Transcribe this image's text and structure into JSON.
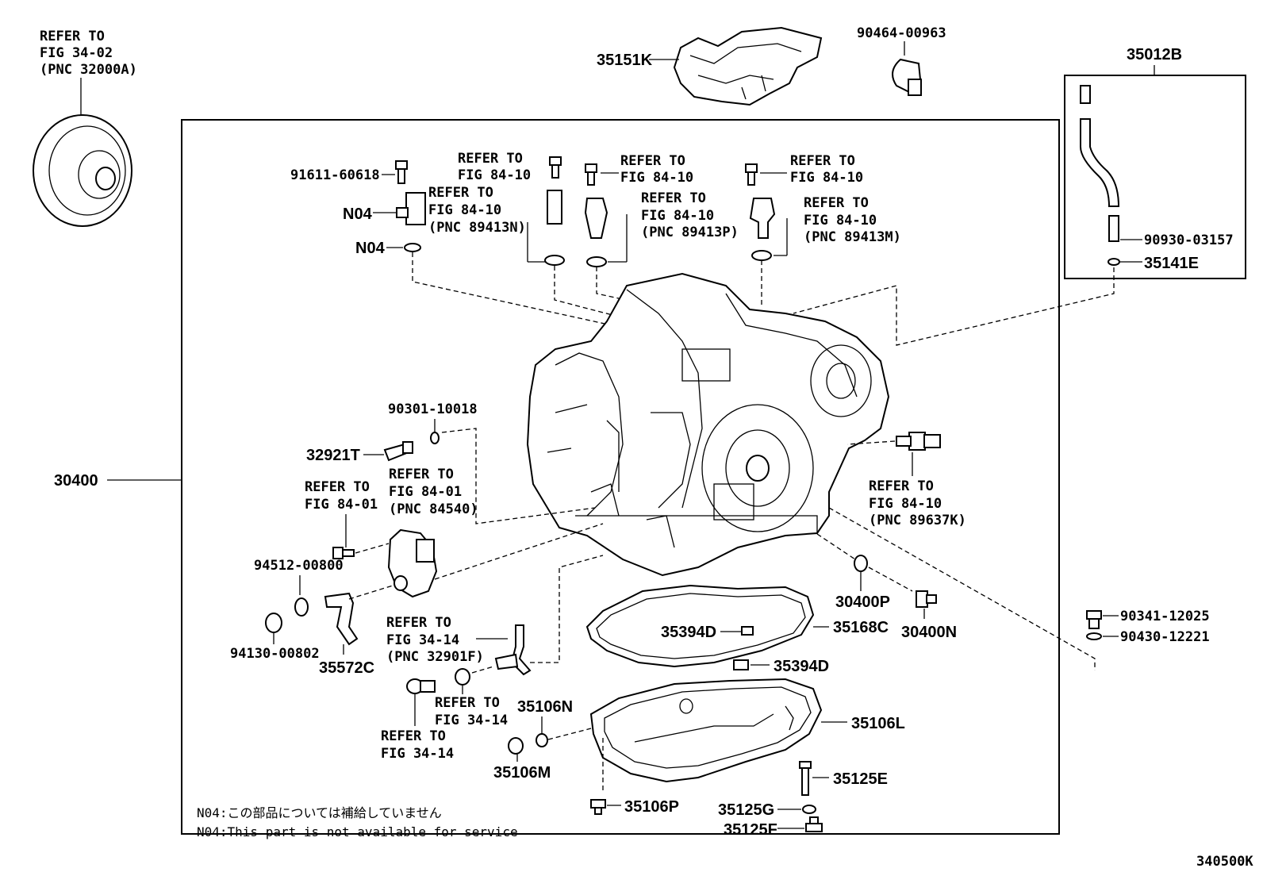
{
  "refer_to_fig": "REFER TO",
  "fig_34_02": "FIG 34-02",
  "pnc_32000a": "(PNC 32000A)",
  "fig_84_10": "FIG 84-10",
  "fig_84_01": "FIG 84-01",
  "fig_34_14": "FIG 34-14",
  "pnc_89413n": "(PNC 89413N)",
  "pnc_89413p": "(PNC 89413P)",
  "pnc_89413m": "(PNC 89413M)",
  "pnc_84540": "(PNC 84540)",
  "pnc_32901f": "(PNC 32901F)",
  "pnc_89637k": "(PNC 89637K)",
  "parts": {
    "p35151k": "35151K",
    "p90464_00963": "90464-00963",
    "p35012b": "35012B",
    "p91611_60618": "91611-60618",
    "n04": "N04",
    "p90930_03157": "90930-03157",
    "p35141e": "35141E",
    "p30400": "30400",
    "p90301_10018": "90301-10018",
    "p32921t": "32921T",
    "p94512_00800": "94512-00800",
    "p94130_00802": "94130-00802",
    "p35572c": "35572C",
    "p35394d": "35394D",
    "p35168c": "35168C",
    "p30400p": "30400P",
    "p30400n": "30400N",
    "p90341_12025": "90341-12025",
    "p90430_12221": "90430-12221",
    "p35106n": "35106N",
    "p35106l": "35106L",
    "p35106m": "35106M",
    "p35125e": "35125E",
    "p35106p": "35106P",
    "p35125g": "35125G",
    "p35125f": "35125F"
  },
  "notes": {
    "jp": "N04:この部品については補給していません",
    "en": "N04:This part is not available for service"
  },
  "figure_code": "340500K"
}
